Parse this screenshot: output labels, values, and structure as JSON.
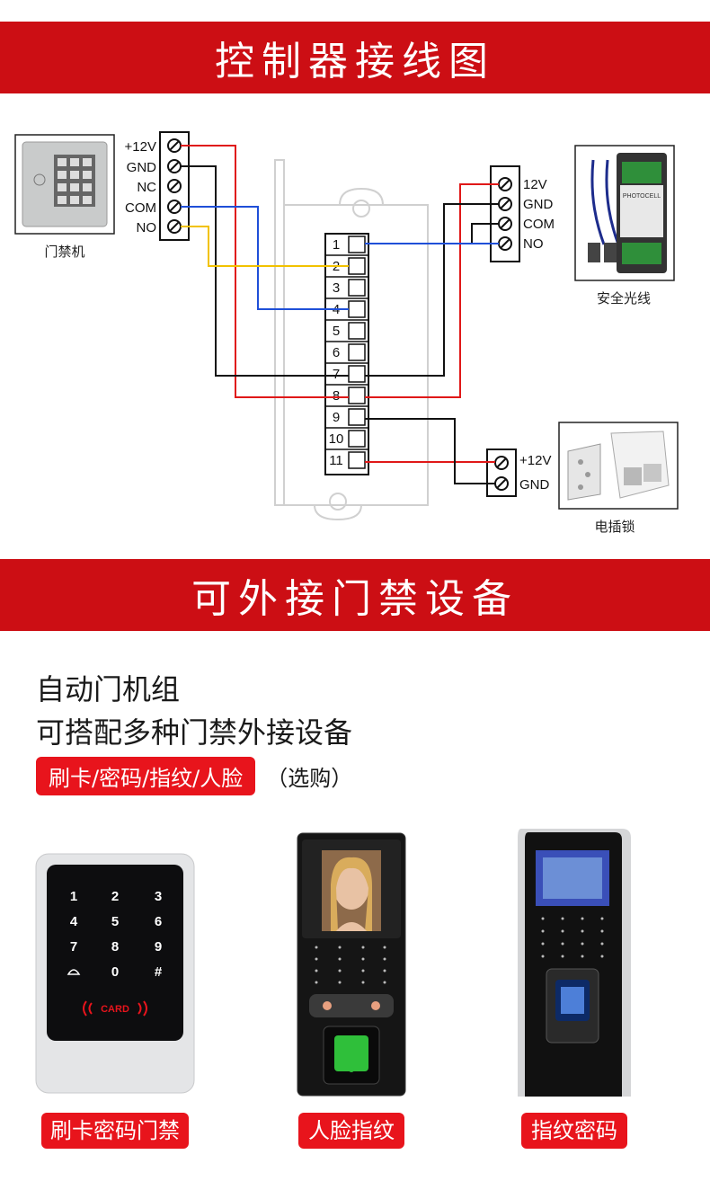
{
  "banners": {
    "wiring_title": "控制器接线图",
    "devices_title": "可外接门禁设备"
  },
  "diagram": {
    "access_label": "门禁机",
    "access_terminals": [
      "+12V",
      "GND",
      "NC",
      "COM",
      "NO"
    ],
    "photocell_terminals": [
      "12V",
      "GND",
      "COM",
      "NO"
    ],
    "photocell_label": "安全光线",
    "photocell_device_text": "PHOTOCELL",
    "lock_terminals": [
      "+12V",
      "GND"
    ],
    "lock_label": "电插锁",
    "controller_numbers": [
      "1",
      "2",
      "3",
      "4",
      "5",
      "6",
      "7",
      "8",
      "9",
      "10",
      "11"
    ]
  },
  "intro": {
    "line1": "自动门机组",
    "line2": "可搭配多种门禁外接设备",
    "tag": "刷卡/密码/指纹/人脸",
    "optional": "（选购）"
  },
  "devices": [
    {
      "label": "刷卡密码门禁",
      "card_text": "CARD",
      "keys": [
        "1",
        "2",
        "3",
        "4",
        "5",
        "6",
        "7",
        "8",
        "9",
        "",
        "0",
        "#"
      ]
    },
    {
      "label": "人脸指纹"
    },
    {
      "label": "指纹密码"
    }
  ],
  "colors": {
    "red": "#cc0e14",
    "wire_red": "#e01818",
    "wire_blue": "#1f4fd8",
    "wire_yellow": "#f2c200",
    "wire_black": "#111111"
  }
}
